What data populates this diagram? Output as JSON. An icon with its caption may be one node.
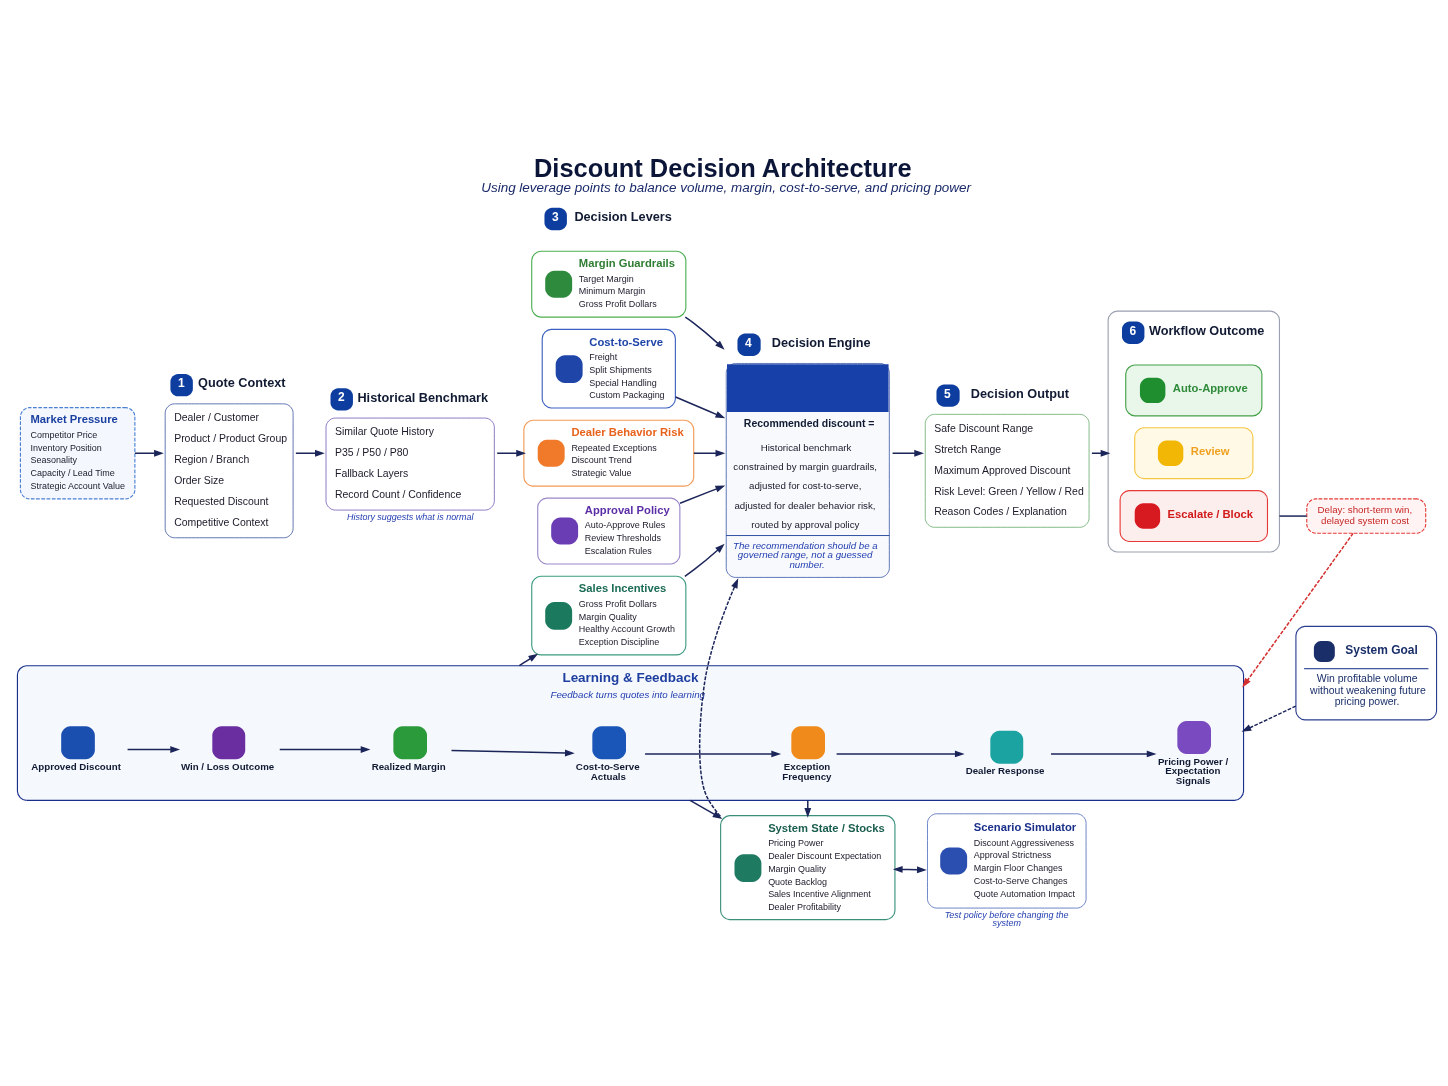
{
  "diagram": {
    "title": "Discount Decision Architecture",
    "caption": "Using leverage points to balance volume, margin, cost-to-serve, and pricing power",
    "nodes": [
      {
        "text": [
          "Market Pressure",
          "Competitor Price",
          "Inventory Position",
          "Seasonality",
          "Capacity / Lead Time",
          "Strategic Account Value"
        ]
      },
      {
        "text": [
          "1",
          "Quote Context",
          "Dealer / Customer",
          "Product / Product Group",
          "Region / Branch",
          "Order Size",
          "Requested Discount",
          "Competitive Context"
        ]
      },
      {
        "text": [
          "2",
          "Historical Benchmark",
          "Similar Quote History",
          "P35 / P50 / P80",
          "Fallback Layers",
          "Record Count / Confidence"
        ],
        "beside": [
          "History suggests what is normal"
        ]
      },
      {
        "text": [
          "Margin Guardrails",
          "Target Margin",
          "Minimum Margin",
          "Gross Profit Dollars"
        ]
      },
      {
        "text": [
          "Cost-to-Serve",
          "Freight",
          "Split Shipments",
          "Special Handling",
          "Custom Packaging"
        ]
      },
      {
        "text": [
          "Dealer Behavior Risk",
          "Repeated Exceptions",
          "Discount Trend",
          "Strategic Value"
        ]
      },
      {
        "text": [
          "Approval Policy",
          "Auto-Approve Rules",
          "Review Thresholds",
          "Escalation Rules"
        ]
      },
      {
        "text": [
          "Sales Incentives",
          "Gross Profit Dollars",
          "Margin Quality",
          "Healthy Account Growth",
          "Exception Discipline"
        ]
      },
      {
        "text": [
          "4",
          "Decision Engine",
          "Recommended discount =",
          "Historical benchmark",
          "constrained by margin guardrails,",
          "adjusted for cost-to-serve,",
          "adjusted for dealer behavior risk,",
          "routed by approval policy",
          "The recommendation should be a governed range, not a guessed number."
        ]
      },
      {
        "text": [
          "5",
          "Decision Output",
          "Safe Discount Range",
          "Stretch Range",
          "Maximum Approved Discount",
          "Risk Level: Green / Yellow / Red",
          "Reason Codes / Explanation"
        ]
      },
      {
        "text": [
          "6",
          "Workflow Outcome"
        ]
      },
      {
        "text": [
          "Auto-Approve"
        ],
        "in": 10
      },
      {
        "text": [
          "Review"
        ],
        "in": 10
      },
      {
        "text": [
          "Escalate / Block"
        ],
        "in": 10
      },
      {
        "text": [
          "System State / Stocks",
          "Pricing Power",
          "Dealer Discount Expectation",
          "Margin Quality",
          "Quote Backlog",
          "Sales Incentive Alignment",
          "Dealer Profitability"
        ]
      },
      {
        "text": [
          "Scenario Simulator",
          "Discount Aggressiveness",
          "Approval Strictness",
          "Margin Floor Changes",
          "Cost-to-Serve Changes",
          "Quote Automation Impact"
        ],
        "beside": [
          "Test policy before changing the system"
        ]
      },
      {
        "text": [
          "Delay: short-term win, delayed system cost"
        ]
      },
      {
        "text": [
          "Learning & Feedback",
          "Feedback turns quotes into learning"
        ]
      },
      {
        "text": [
          "Approved Discount"
        ],
        "in": 17
      },
      {
        "text": [
          "Win / Loss Outcome"
        ],
        "in": 17
      },
      {
        "text": [
          "Realized Margin"
        ],
        "in": 17
      },
      {
        "text": [
          "Cost-to-Serve Actuals"
        ],
        "in": 17
      },
      {
        "text": [
          "Exception Frequency"
        ],
        "in": 17
      },
      {
        "text": [
          "Dealer Response"
        ],
        "in": 17
      },
      {
        "text": [
          "Pricing Power / Expectation Signals"
        ],
        "in": 17
      },
      {
        "text": [
          "System Goal",
          "Win profitable volume without weakening future pricing power."
        ]
      }
    ],
    "edges": [
      {
        "from": 0,
        "to": 1,
        "arrow": "to"
      },
      {
        "from": 1,
        "to": 2,
        "arrow": "to"
      },
      {
        "from": 2,
        "to": 5,
        "arrow": "to"
      },
      {
        "from": 3,
        "to": 8,
        "arrow": "to"
      },
      {
        "from": 4,
        "to": 8,
        "arrow": "to"
      },
      {
        "from": 5,
        "to": 8,
        "arrow": "to"
      },
      {
        "from": 6,
        "to": 8,
        "arrow": "to"
      },
      {
        "from": 7,
        "to": 8,
        "arrow": "to"
      },
      {
        "from": 8,
        "to": 9,
        "arrow": "to"
      },
      {
        "from": 9,
        "to": 10,
        "arrow": "to"
      },
      {
        "from": 10,
        "to": 16,
        "arrow": "none"
      },
      {
        "from": 16,
        "to": 17,
        "arrow": "to",
        "style": "dashed",
        "color": "#d32f2f"
      },
      {
        "from": 25,
        "to": 17,
        "arrow": "to",
        "style": "dashed"
      },
      {
        "from": 17,
        "to": 7,
        "arrow": "to"
      },
      {
        "from": 17,
        "to": 14,
        "arrow": "to"
      },
      {
        "from": 17,
        "to": 14,
        "arrow": "to"
      },
      {
        "from": 14,
        "to": 8,
        "arrow": "to",
        "style": "dashed"
      },
      {
        "from": 14,
        "to": 15,
        "arrow": "both"
      },
      {
        "from": 18,
        "to": 19,
        "arrow": "to"
      },
      {
        "from": 19,
        "to": 20,
        "arrow": "to"
      },
      {
        "from": 20,
        "to": 21,
        "arrow": "to"
      },
      {
        "from": 21,
        "to": 22,
        "arrow": "to"
      },
      {
        "from": 22,
        "to": 23,
        "arrow": "to"
      },
      {
        "from": 23,
        "to": 24,
        "arrow": "to"
      }
    ],
    "labels": [
      "3",
      "Decision Levers"
    ]
  }
}
